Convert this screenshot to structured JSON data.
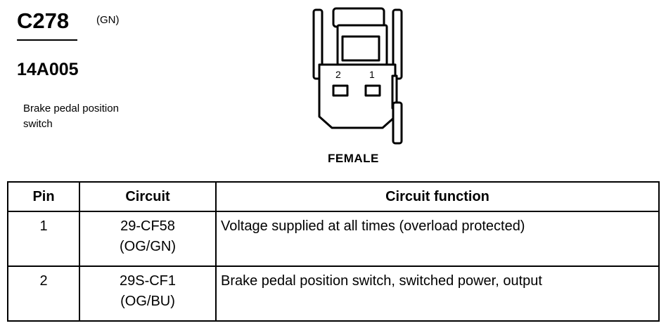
{
  "header": {
    "connector_id": "C278",
    "connector_color": "(GN)",
    "part_number": "14A005",
    "description_line1": "Brake pedal position",
    "description_line2": "switch"
  },
  "diagram": {
    "gender_label": "FEMALE",
    "pin_labels": [
      "2",
      "1"
    ]
  },
  "table": {
    "headers": [
      "Pin",
      "Circuit",
      "Circuit function"
    ],
    "rows": [
      {
        "pin": "1",
        "circuit_line1": "29-CF58",
        "circuit_line2": "(OG/GN)",
        "function": "Voltage supplied at all times (overload protected)"
      },
      {
        "pin": "2",
        "circuit_line1": "29S-CF1",
        "circuit_line2": "(OG/BU)",
        "function": "Brake pedal position switch, switched power, output"
      }
    ]
  }
}
